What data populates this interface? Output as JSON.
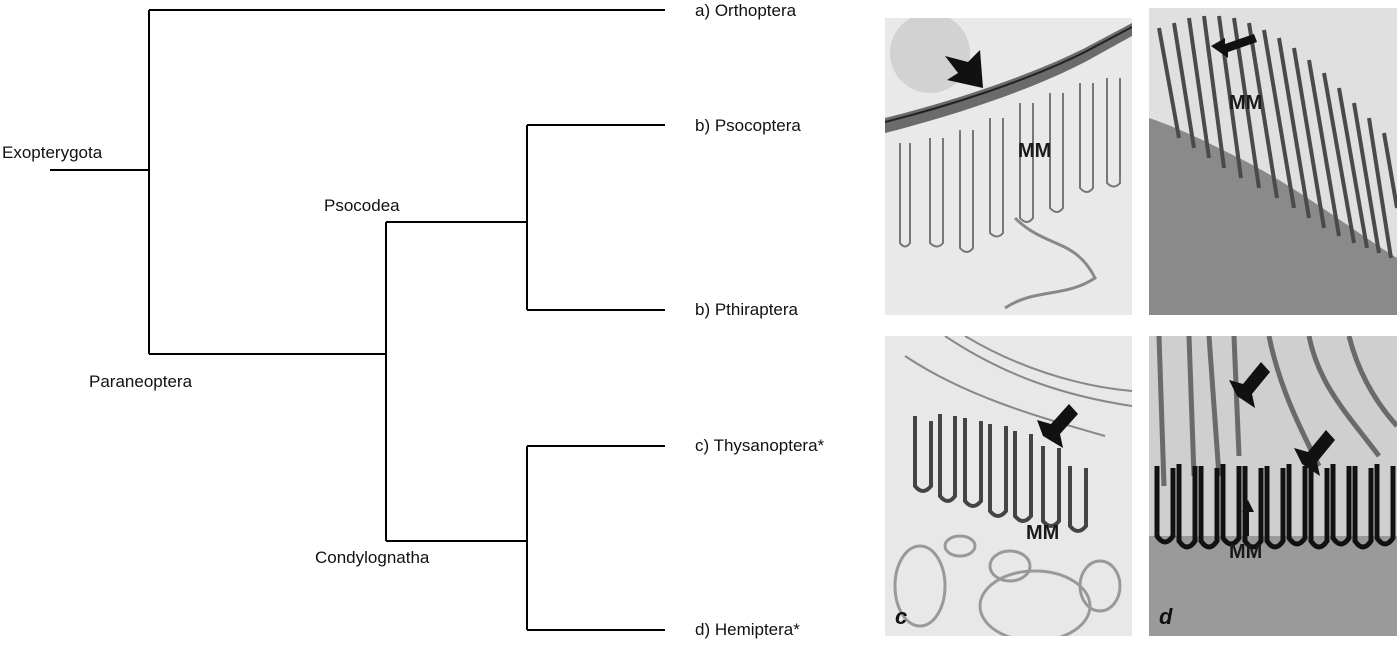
{
  "tree": {
    "root": "Exopterygota",
    "clades": {
      "paraneoptera": "Paraneoptera",
      "psocodea": "Psocodea",
      "condylognatha": "Condylognatha"
    },
    "taxa": [
      {
        "id": "orthoptera",
        "label": "a) Orthoptera"
      },
      {
        "id": "psocoptera",
        "label": "b) Psocoptera"
      },
      {
        "id": "pthiraptera",
        "label": "b) Pthiraptera"
      },
      {
        "id": "thysanoptera",
        "label": "c) Thysanoptera*"
      },
      {
        "id": "hemiptera",
        "label": "d) Hemiptera*"
      }
    ]
  },
  "panels": {
    "a": {
      "annotation": "MM"
    },
    "b": {
      "annotation": "MM"
    },
    "c": {
      "annotation": "MM",
      "letter": "c"
    },
    "d": {
      "annotation": "MM",
      "letter": "d"
    }
  },
  "colors": {
    "line": "#000000",
    "background": "#ffffff",
    "micrograph": "#cfcfcf"
  }
}
